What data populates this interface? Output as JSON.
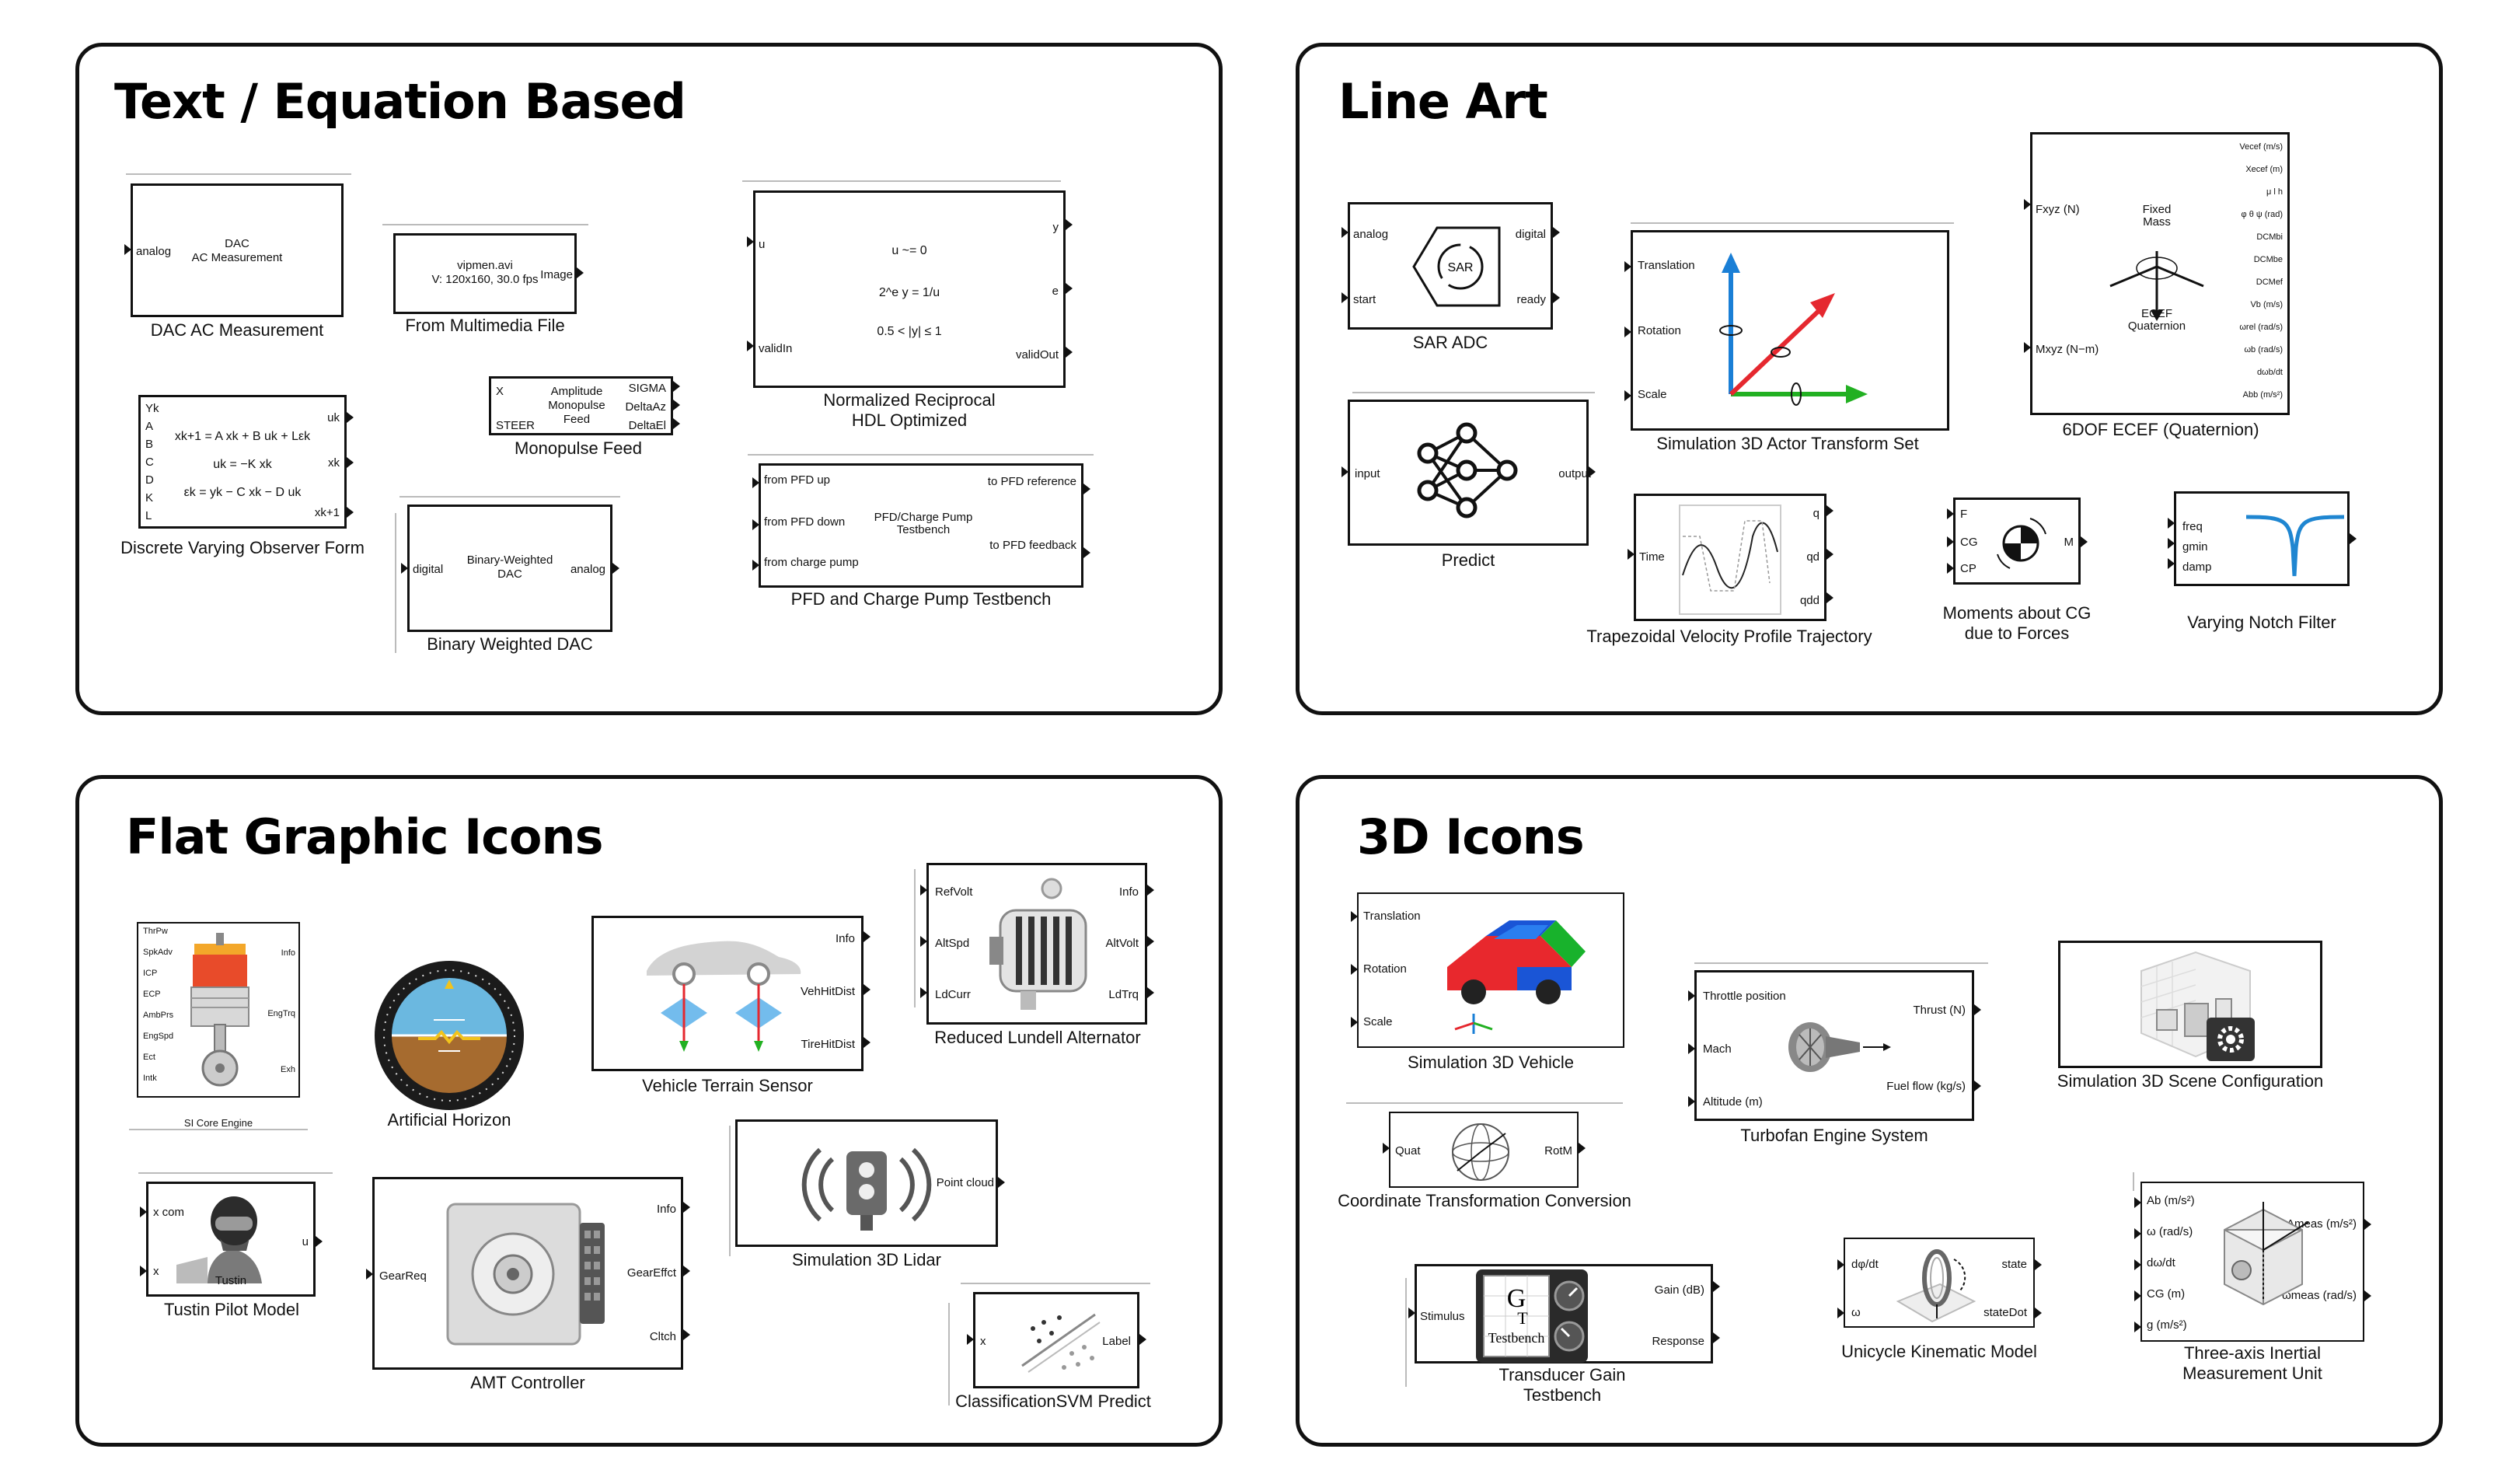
{
  "panels": {
    "text_eq": "Text / Equation Based",
    "line_art": "Line Art",
    "flat": "Flat Graphic Icons",
    "three_d": "3D Icons"
  },
  "te": {
    "dac_ac": {
      "cap": "DAC AC Measurement",
      "in": "analog",
      "body1": "DAC",
      "body2": "AC Measurement"
    },
    "mm": {
      "cap": "From Multimedia File",
      "body1": "vipmen.avi",
      "body2": "V: 120x160, 30.0 fps",
      "out": "Image"
    },
    "nr": {
      "cap1": "Normalized Reciprocal",
      "cap2": "HDL Optimized",
      "in1": "u",
      "in2": "validIn",
      "out1": "y",
      "out2": "e",
      "out3": "validOut",
      "eq1": "u ~= 0",
      "eq2": "2^e y = 1/u",
      "eq3": "0.5 < |y| ≤ 1"
    },
    "dvo": {
      "cap": "Discrete Varying Observer Form",
      "ins": [
        "Yk",
        "A",
        "B",
        "C",
        "D",
        "K",
        "L"
      ],
      "outs": [
        "uk",
        "xk",
        "xk+1"
      ],
      "eq1": "xk+1 = A xk + B uk + Lεk",
      "eq2": "uk = −K xk",
      "eq3": "εk = yk − C xk − D uk"
    },
    "mono": {
      "cap": "Monopulse Feed",
      "in1": "X",
      "in2": "STEER",
      "body1": "Amplitude",
      "body2": "Monopulse",
      "body3": "Feed",
      "out1": "SIGMA",
      "out2": "DeltaAz",
      "out3": "DeltaEl"
    },
    "bwd": {
      "cap": "Binary Weighted DAC",
      "in": "digital",
      "out": "analog",
      "body1": "Binary-Weighted",
      "body2": "DAC"
    },
    "pfd": {
      "cap": "PFD and Charge Pump Testbench",
      "in1": "from PFD up",
      "in2": "from PFD down",
      "in3": "from charge pump",
      "out1": "to PFD reference",
      "out2": "to PFD feedback",
      "body1": "PFD/Charge Pump",
      "body2": "Testbench"
    }
  },
  "la": {
    "sar": {
      "cap": "SAR ADC",
      "in1": "analog",
      "in2": "start",
      "out1": "digital",
      "out2": "ready",
      "body": "SAR"
    },
    "s3a": {
      "cap": "Simulation 3D Actor Transform Set",
      "in1": "Translation",
      "in2": "Rotation",
      "in3": "Scale"
    },
    "sixdof": {
      "cap": "6DOF ECEF (Quaternion)",
      "in1": "Fxyz (N)",
      "in2": "Mxyz (N−m)",
      "outs": [
        "Vecef (m/s)",
        "Xecef (m)",
        "μ  l  h",
        "φ θ ψ (rad)",
        "DCMbi",
        "DCMbe",
        "DCMef",
        "Vb (m/s)",
        "ωrel (rad/s)",
        "ωb (rad/s)",
        "dωb/dt",
        "Abb (m/s²)"
      ],
      "t1": "Fixed",
      "t2": "Mass",
      "t3": "ECEF",
      "t4": "Quaternion"
    },
    "pred": {
      "cap": "Predict",
      "in": "input",
      "out": "output"
    },
    "tvp": {
      "cap": "Trapezoidal Velocity Profile Trajectory",
      "in": "Time",
      "out1": "q",
      "out2": "qd",
      "out3": "qdd"
    },
    "mcg": {
      "cap1": "Moments about CG",
      "cap2": "due to Forces",
      "in1": "F",
      "in2": "CG",
      "in3": "CP",
      "out": "M"
    },
    "vnf": {
      "cap": "Varying Notch Filter",
      "in1": "freq",
      "in2": "gmin",
      "in3": "damp"
    }
  },
  "fg": {
    "sice": {
      "cap": "SI Core Engine",
      "ins": [
        "ThrPw",
        "SpkAdv",
        "ICP",
        "ECP",
        "AmbPrs",
        "EngSpd",
        "Ect",
        "Intk"
      ],
      "outs": [
        "Info",
        "EngTrq",
        "Exh"
      ]
    },
    "ah": {
      "cap": "Artificial Horizon"
    },
    "vts": {
      "cap": "Vehicle Terrain Sensor",
      "out1": "Info",
      "out2": "VehHitDist",
      "out3": "TireHitDist"
    },
    "rla": {
      "cap": "Reduced Lundell Alternator",
      "in1": "RefVolt",
      "in2": "AltSpd",
      "in3": "LdCurr",
      "out1": "Info",
      "out2": "AltVolt",
      "out3": "LdTrq"
    },
    "tpm": {
      "cap": "Tustin Pilot Model",
      "in1": "x com",
      "in2": "x",
      "out": "u",
      "body": "Tustin"
    },
    "amt": {
      "cap": "AMT Controller",
      "in": "GearReq",
      "out1": "Info",
      "out2": "GearEffct",
      "out3": "Cltch"
    },
    "lidar": {
      "cap": "Simulation 3D Lidar",
      "out": "Point cloud"
    },
    "svm": {
      "cap": "ClassificationSVM Predict",
      "in": "x",
      "out": "Label"
    }
  },
  "td": {
    "s3v": {
      "cap": "Simulation 3D Vehicle",
      "in1": "Translation",
      "in2": "Rotation",
      "in3": "Scale"
    },
    "tfe": {
      "cap": "Turbofan Engine System",
      "in1": "Throttle position",
      "in2": "Mach",
      "in3": "Altitude (m)",
      "out1": "Thrust (N)",
      "out2": "Fuel flow (kg/s)"
    },
    "s3s": {
      "cap": "Simulation 3D Scene Configuration"
    },
    "ctc": {
      "cap": "Coordinate Transformation Conversion",
      "in": "Quat",
      "out": "RotM"
    },
    "tgt": {
      "cap1": "Transducer Gain",
      "cap2": "Testbench",
      "in": "Stimulus",
      "out1": "Gain (dB)",
      "out2": "Response",
      "g1": "G",
      "g2": "T",
      "g3": "Testbench"
    },
    "ukm": {
      "cap": "Unicycle Kinematic Model",
      "in1": "dφ/dt",
      "in2": "ω",
      "out1": "state",
      "out2": "stateDot"
    },
    "imu": {
      "cap1": "Three-axis Inertial",
      "cap2": "Measurement Unit",
      "ins": [
        "Ab (m/s²)",
        "ω (rad/s)",
        "dω/dt",
        "CG (m)",
        "g (m/s²)"
      ],
      "out1": "Ameas (m/s²)",
      "out2": "ωmeas (rad/s)"
    }
  },
  "colors": {
    "frame": "#111111",
    "blue": "#1a7fd6",
    "red": "#e5282f",
    "green": "#22b022",
    "notch": "#1f86d1"
  }
}
